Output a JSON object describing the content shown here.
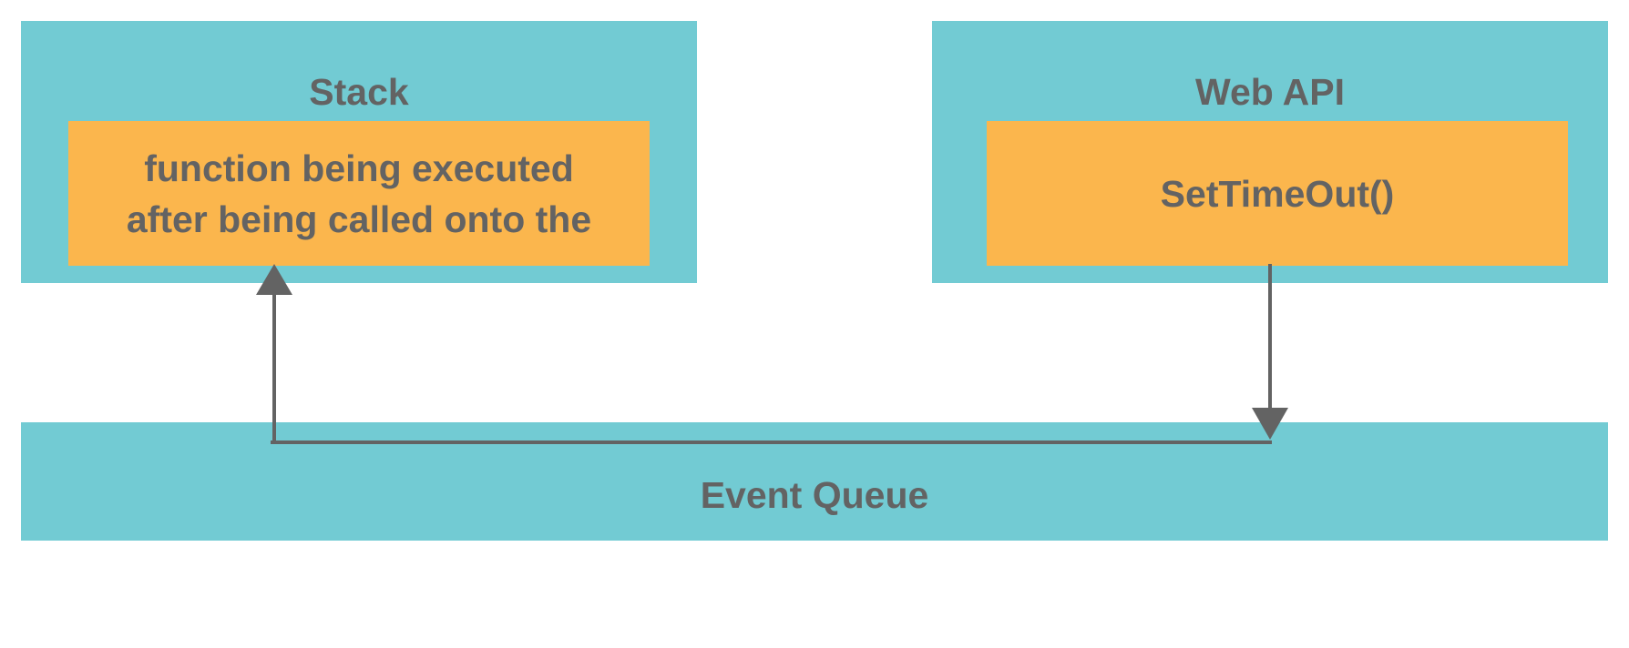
{
  "colors": {
    "panel": "#72cbd3",
    "inner": "#fbb64d",
    "text": "#636363",
    "arrow": "#636363"
  },
  "stack": {
    "title": "Stack",
    "content": "function being executed\nafter being called onto the"
  },
  "web_api": {
    "title": "Web API",
    "content": "SetTimeOut()"
  },
  "event_queue": {
    "title": "Event Queue"
  }
}
